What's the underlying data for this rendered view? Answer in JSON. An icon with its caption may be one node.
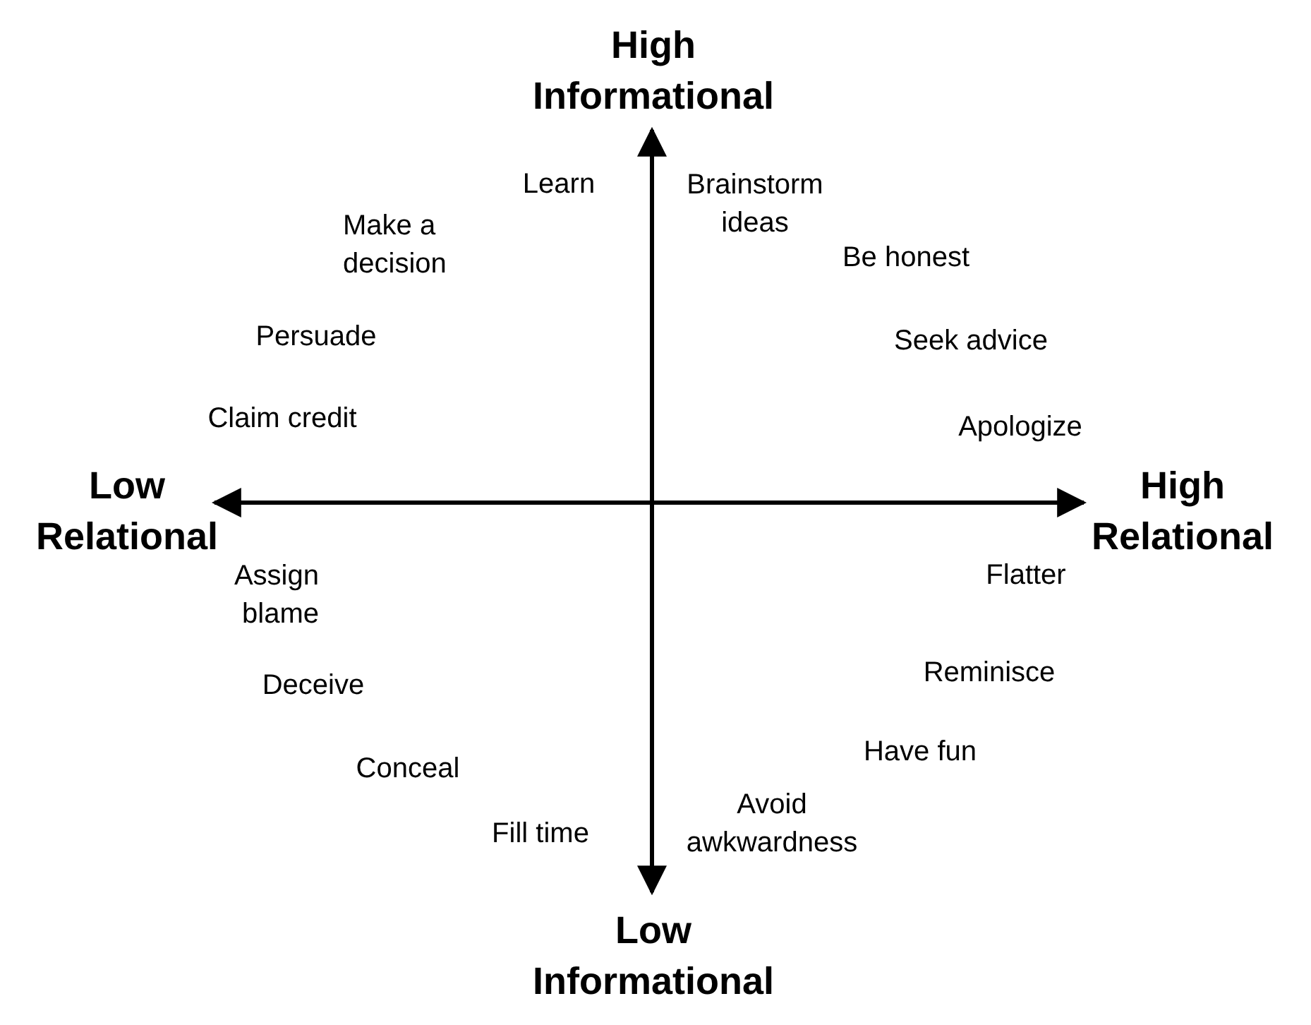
{
  "diagram": {
    "labels": [
      "High Informational",
      "Learn",
      "Brainstorm ideas",
      "Make a decision",
      "Be honest",
      "Persuade",
      "Seek advice",
      "Claim credit",
      "Apologize",
      "Low Relational",
      "High Relational",
      "Assign blame",
      "Flatter",
      "Deceive",
      "Reminisce",
      "Have fun",
      "Conceal",
      "Avoid awkwardness",
      "Fill time",
      "Low Informational"
    ]
  }
}
